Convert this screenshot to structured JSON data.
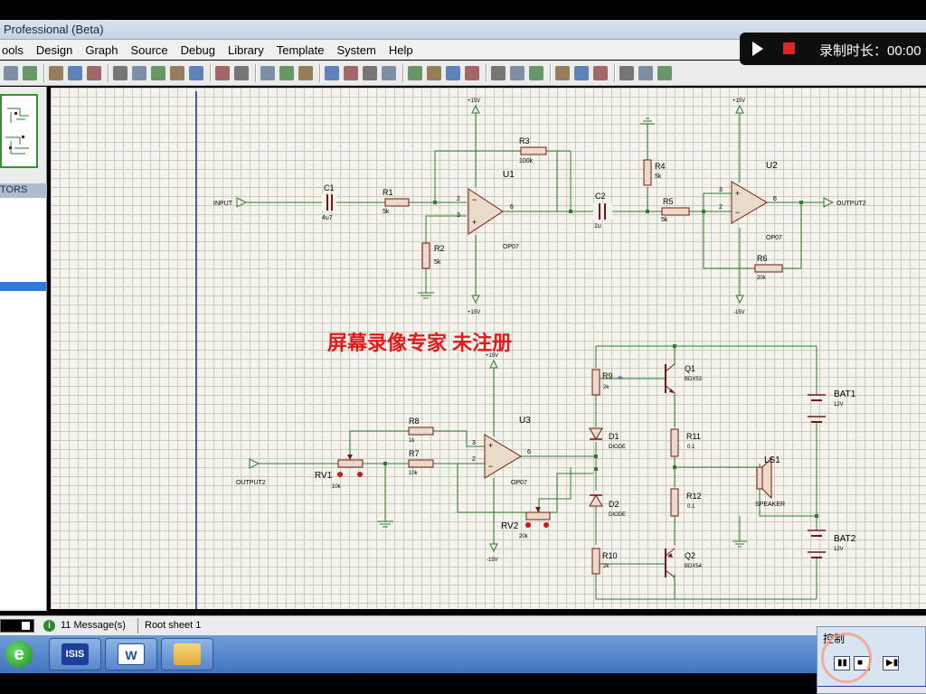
{
  "window": {
    "title": "Professional (Beta)"
  },
  "menu": [
    "ools",
    "Design",
    "Graph",
    "Source",
    "Debug",
    "Library",
    "Template",
    "System",
    "Help"
  ],
  "toolbar_icons": [
    "print-icon",
    "page-icon",
    "refresh-icon",
    "grid-icon",
    "origin-icon",
    "pan-icon",
    "zoom-in-icon",
    "zoom-out-icon",
    "zoom-all-icon",
    "zoom-area-icon",
    "undo-icon",
    "redo-icon",
    "cut-icon",
    "copy-icon",
    "paste-icon",
    "block-copy-icon",
    "block-move-icon",
    "block-rotate-icon",
    "block-delete-icon",
    "pick-device-icon",
    "make-device-icon",
    "package-tool-icon",
    "decompose-icon",
    "wire-autorouter-icon",
    "search-tag-icon",
    "property-assign-icon",
    "new-sheet-icon",
    "remove-sheet-icon",
    "goto-sheet-icon",
    "bom-icon",
    "erc-icon",
    "ares-icon"
  ],
  "recording": {
    "label": "录制时长：00:00"
  },
  "selector": {
    "header": "TORS"
  },
  "watermark": "屏幕录像专家  未注册",
  "schematic": {
    "input_label": "INPUT",
    "output2_label": "OUTPUT2",
    "output2_in_label": "OUTPUT2",
    "rails": {
      "pos": "+15V",
      "neg": "-15V"
    },
    "components": {
      "C1": {
        "ref": "C1",
        "value": "4u7"
      },
      "R1": {
        "ref": "R1",
        "value": "5k"
      },
      "R2": {
        "ref": "R2",
        "value": "5k"
      },
      "R3": {
        "ref": "R3",
        "value": "100k"
      },
      "U1": {
        "ref": "U1",
        "value": "OP07"
      },
      "C2": {
        "ref": "C2",
        "value": "1u"
      },
      "R4": {
        "ref": "R4",
        "value": "5k"
      },
      "R5": {
        "ref": "R5",
        "value": "5k"
      },
      "R6": {
        "ref": "R6",
        "value": "20k"
      },
      "U2": {
        "ref": "U2",
        "value": "OP07"
      },
      "RV1": {
        "ref": "RV1",
        "value": "10k"
      },
      "R7": {
        "ref": "R7",
        "value": "10k"
      },
      "R8": {
        "ref": "R8",
        "value": "1k"
      },
      "U3": {
        "ref": "U3",
        "value": "OP07"
      },
      "RV2": {
        "ref": "RV2",
        "value": "20k"
      },
      "R9": {
        "ref": "R9",
        "value": "2k"
      },
      "R10": {
        "ref": "R10",
        "value": "2k"
      },
      "D1": {
        "ref": "D1",
        "value": "DIODE"
      },
      "D2": {
        "ref": "D2",
        "value": "DIODE"
      },
      "Q1": {
        "ref": "Q1",
        "value": "BDX53"
      },
      "Q2": {
        "ref": "Q2",
        "value": "BDX54"
      },
      "R11": {
        "ref": "R11",
        "value": "0.1"
      },
      "R12": {
        "ref": "R12",
        "value": "0.1"
      },
      "LS1": {
        "ref": "LS1",
        "value": "SPEAKER"
      },
      "BAT1": {
        "ref": "BAT1",
        "value": "12V"
      },
      "BAT2": {
        "ref": "BAT2",
        "value": "12V"
      }
    },
    "pins": {
      "inv": "2",
      "noninv": "3",
      "out": "6"
    }
  },
  "status": {
    "messages": "11 Message(s)",
    "sheet": "Root sheet 1"
  },
  "taskbar": {
    "isis_label": "ISIS",
    "word_label": "W"
  },
  "control": {
    "title": "控制"
  },
  "colors": {
    "wire": "#2e7d2e",
    "component": "#7a1414",
    "grid_bg": "#f4f3ed",
    "watermark": "#e01b1b"
  }
}
